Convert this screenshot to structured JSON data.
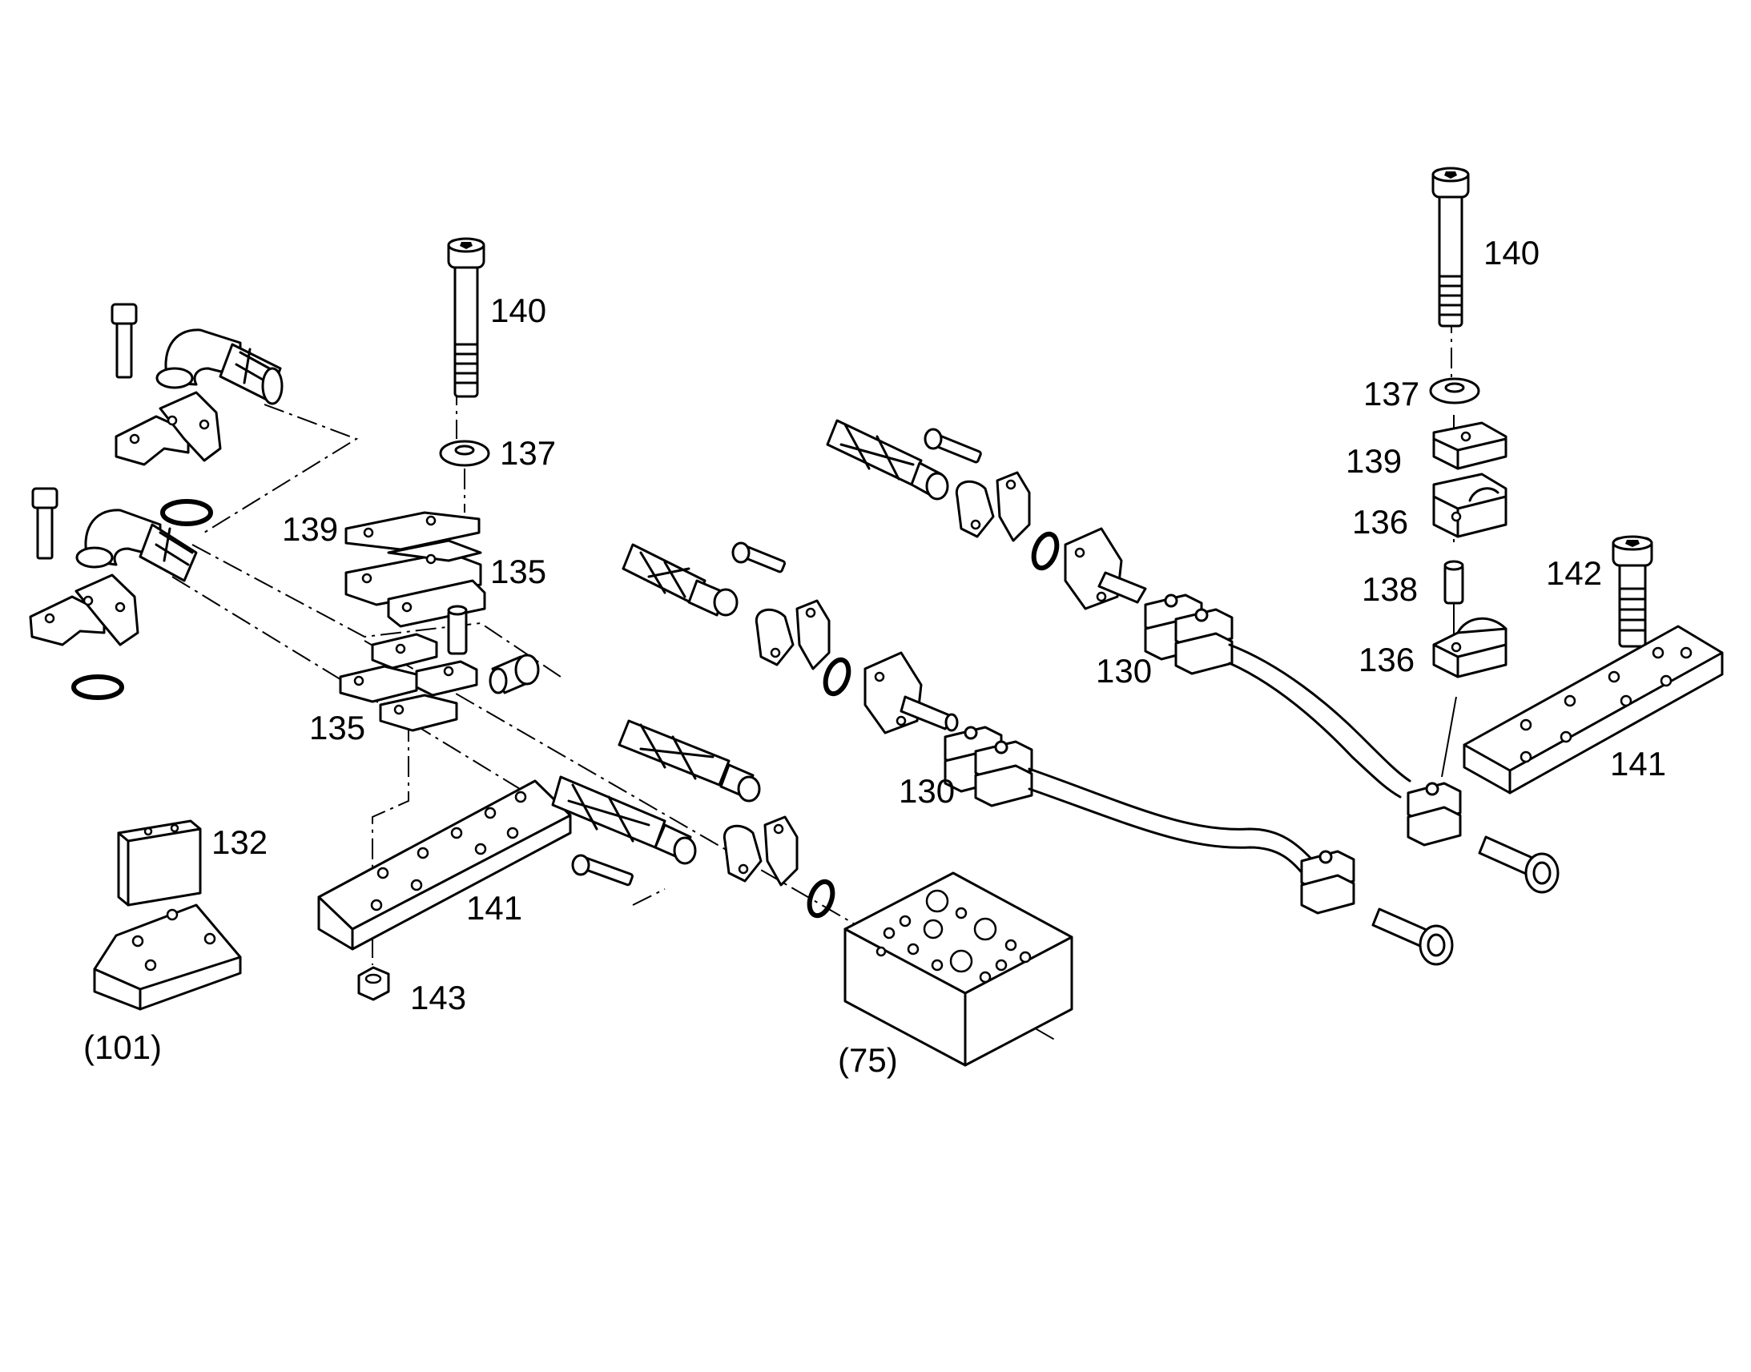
{
  "callouts": {
    "c140_left": "140",
    "c137_left": "137",
    "c139_left": "139",
    "c135_upper": "135",
    "c135_lower": "135",
    "c141_left": "141",
    "c143": "143",
    "c132": "132",
    "c101": "(101)",
    "c75": "(75)",
    "c130_mid": "130",
    "c130_upper": "130",
    "c140_right": "140",
    "c137_right": "137",
    "c139_right": "139",
    "c136_upper": "136",
    "c138": "138",
    "c136_lower": "136",
    "c142": "142",
    "c141_right": "141"
  }
}
